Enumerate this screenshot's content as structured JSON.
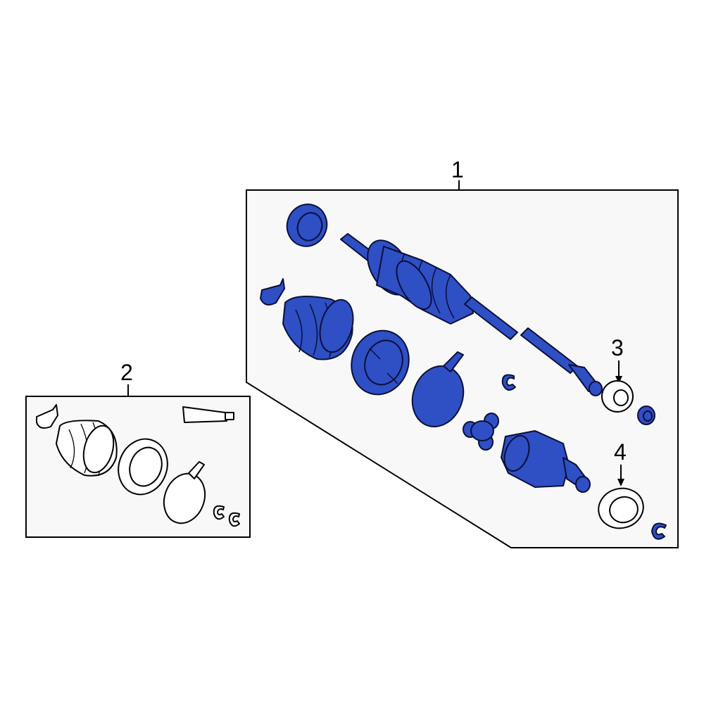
{
  "callouts": {
    "c1": "1",
    "c2": "2",
    "c3": "3",
    "c4": "4"
  },
  "colors": {
    "highlight": "#2f4fc4",
    "outline": "#0a0f3a",
    "panel": "#f8f8f8"
  }
}
